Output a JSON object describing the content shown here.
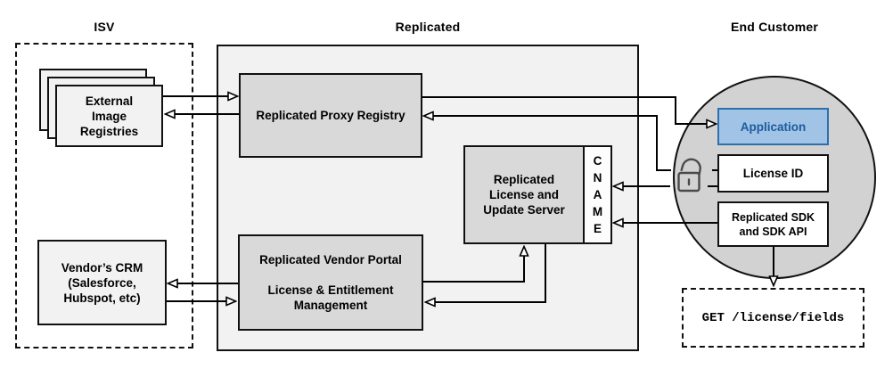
{
  "diagram": {
    "sections": {
      "isv": {
        "title": "ISV"
      },
      "replicated": {
        "title": "Replicated"
      },
      "end_customer": {
        "title": "End Customer"
      }
    },
    "nodes": {
      "registries": {
        "lines": [
          "External",
          "Image",
          "Registries"
        ]
      },
      "crm": {
        "lines": [
          "Vendor’s CRM",
          "(Salesforce,",
          "Hubspot, etc)"
        ]
      },
      "proxy": {
        "label": "Replicated Proxy Registry"
      },
      "portal": {
        "lines": [
          "Replicated Vendor Portal",
          "License & Entitlement",
          "Management"
        ]
      },
      "server": {
        "lines": [
          "Replicated",
          "License and",
          "Update Server"
        ]
      },
      "cname": {
        "letters": [
          "C",
          "N",
          "A",
          "M",
          "E"
        ]
      },
      "application": {
        "label": "Application"
      },
      "license_id": {
        "label": "License ID"
      },
      "sdk": {
        "lines": [
          "Replicated SDK",
          "and SDK API"
        ]
      },
      "get_endpoint": {
        "label": "GET /license/fields"
      }
    },
    "icons": {
      "lock": "unlock-icon"
    },
    "colors": {
      "region_fill": "#f2f2f2",
      "node_fill": "#d9d9d9",
      "circle_fill": "#d2d2d2",
      "application_fill": "#a0c3e6",
      "application_border": "#2e6fad",
      "application_text": "#1d5c9c",
      "line": "#000000"
    }
  }
}
